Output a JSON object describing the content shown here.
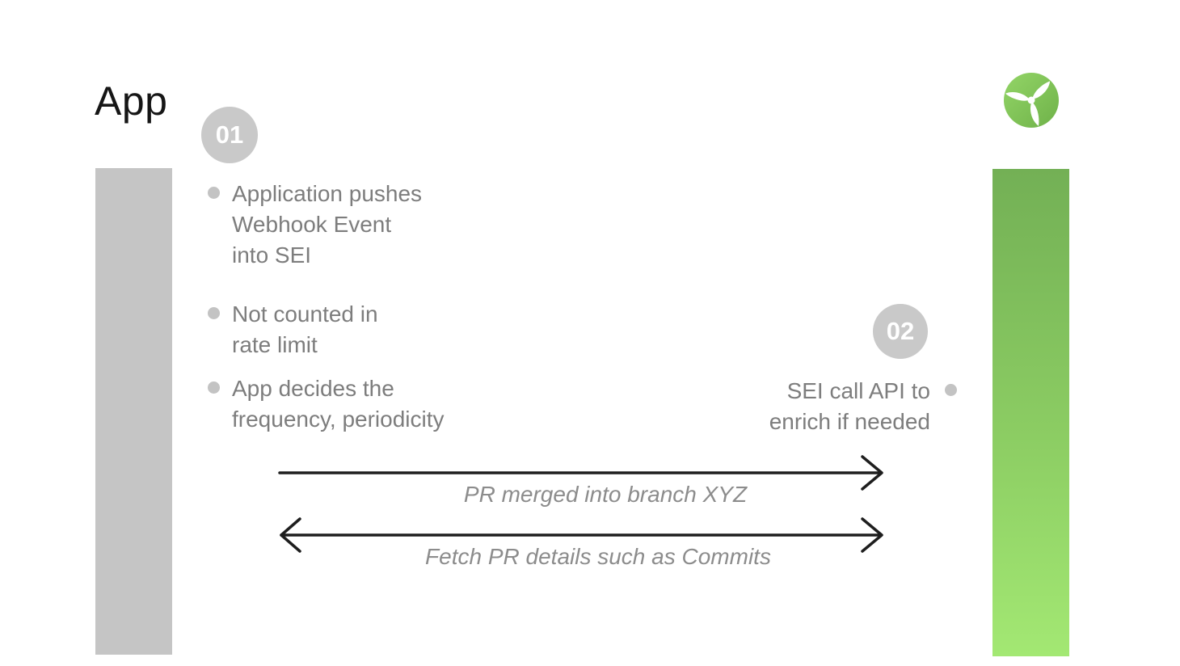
{
  "title": "App",
  "logo": {
    "name": "propeller-logo",
    "circle_gradient_top": "#93d567",
    "circle_gradient_bottom": "#6fb249",
    "blade_color": "#ffffff"
  },
  "bars": {
    "gray_bar_color": "#c5c5c5",
    "green_bar_top": "#73b055",
    "green_bar_bottom": "#a3e873"
  },
  "colors": {
    "title_text": "#161616",
    "bullet_text": "#7d7d7d",
    "bullet_dot": "#c3c3c3",
    "badge_background": "#c9c9c9",
    "badge_text": "#ffffff",
    "arrow_stroke": "#1e1e1e",
    "arrow_label_text": "#8c8c8c"
  },
  "step1": {
    "badge": "01",
    "bullets": [
      "Application pushes\nWebhook Event\ninto SEI",
      "Not counted in\nrate limit",
      "App decides the\nfrequency, periodicity"
    ]
  },
  "step2": {
    "badge": "02",
    "bullets": [
      "SEI call API to\nenrich if needed"
    ]
  },
  "arrows": {
    "forward_label": "PR merged into branch XYZ",
    "return_label": "Fetch PR details such as Commits"
  }
}
